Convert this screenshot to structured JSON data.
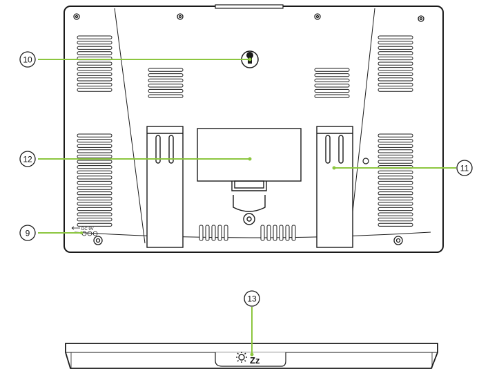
{
  "callouts": {
    "c9": "9",
    "c10": "10",
    "c11": "11",
    "c12": "12",
    "c13": "13"
  },
  "dc_jack": {
    "label": "DC 9V"
  },
  "sleep_button": {
    "zz": "Zz"
  },
  "icons": [
    "sun-icon",
    "screw-icon",
    "keyhole-icon",
    "dc-jack-icon"
  ],
  "colors": {
    "leader_line": "#8cc63f",
    "outline": "#1a1a1a",
    "background": "#ffffff"
  }
}
